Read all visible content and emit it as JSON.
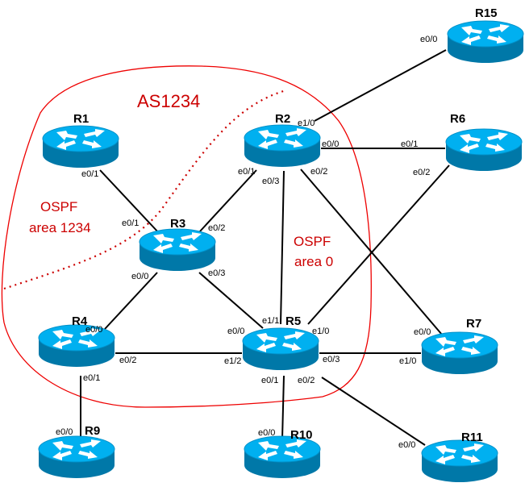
{
  "boundary": {
    "label": "AS1234",
    "color": "#ee0000"
  },
  "areas": [
    {
      "line1": "OSPF",
      "line2": "area 1234"
    },
    {
      "line1": "OSPF",
      "line2": "area 0"
    }
  ],
  "routers": {
    "R1": "R1",
    "R2": "R2",
    "R3": "R3",
    "R4": "R4",
    "R5": "R5",
    "R6": "R6",
    "R7": "R7",
    "R9": "R9",
    "R10": "R10",
    "R11": "R11",
    "R15": "R15"
  },
  "links": [
    {
      "a": "R2",
      "a_if": "e1/0",
      "b": "R15",
      "b_if": "e0/0"
    },
    {
      "a": "R2",
      "a_if": "e0/0",
      "b": "R6",
      "b_if": "e0/1"
    },
    {
      "a": "R1",
      "a_if": "e0/1",
      "b": "R3",
      "b_if": "e0/1"
    },
    {
      "a": "R2",
      "a_if": "e0/1",
      "b": "R3",
      "b_if": "e0/2"
    },
    {
      "a": "R2",
      "a_if": "e0/3",
      "b": "R5",
      "b_if": "e1/1"
    },
    {
      "a": "R2",
      "a_if": "e0/2",
      "b": "R7",
      "b_if": "e0/0"
    },
    {
      "a": "R6",
      "a_if": "e0/2",
      "b": "R5",
      "b_if": "e1/0"
    },
    {
      "a": "R3",
      "a_if": "e0/0",
      "b": "R4",
      "b_if": "e0/0"
    },
    {
      "a": "R3",
      "a_if": "e0/3",
      "b": "R5",
      "b_if": "e0/0"
    },
    {
      "a": "R4",
      "a_if": "e0/2",
      "b": "R5",
      "b_if": "e1/2"
    },
    {
      "a": "R5",
      "a_if": "e0/3",
      "b": "R7",
      "b_if": "e1/0"
    },
    {
      "a": "R4",
      "a_if": "e0/1",
      "b": "R9",
      "b_if": "e0/0"
    },
    {
      "a": "R5",
      "a_if": "e0/1",
      "b": "R10",
      "b_if": "e0/0"
    },
    {
      "a": "R5",
      "a_if": "e0/2",
      "b": "R11",
      "b_if": "e0/0"
    }
  ],
  "colors": {
    "router_top": "#00b0f0",
    "router_body": "#0078a8",
    "link": "#000000",
    "area_divider": "#cc0000"
  }
}
